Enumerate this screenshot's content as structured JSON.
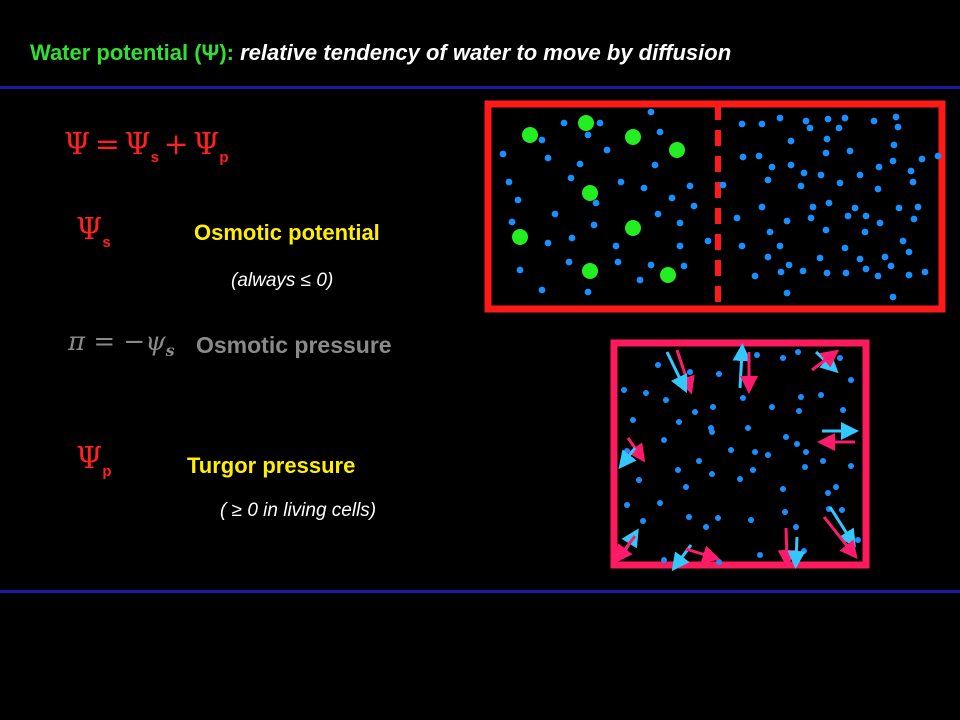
{
  "title": {
    "green": "Water potential (Ψ):",
    "rest": " relative tendency of water to move by diffusion"
  },
  "equation": {
    "psi": "Ψ",
    "equals": "=",
    "plus": "+",
    "sub_s": "s",
    "sub_p": "p"
  },
  "osmotic_potential": {
    "symbol": "Ψ",
    "sub": "s",
    "label": "Osmotic potential",
    "note": "(always ≤ 0)"
  },
  "osmotic_pressure": {
    "symbol": "π = −ψ",
    "sub": "s",
    "label": "Osmotic pressure"
  },
  "turgor_pressure": {
    "symbol": "Ψ",
    "sub": "p",
    "label": "Turgor pressure",
    "note": "( ≥ 0 in living cells)"
  },
  "colors": {
    "water_dot": "#1a8fff",
    "solute_dot": "#22ee22",
    "membrane_box": "#ff1a1a",
    "cell_box": "#ff1a5e",
    "arrow_cyan": "#33c8ff",
    "arrow_pink": "#ff1a6e"
  }
}
